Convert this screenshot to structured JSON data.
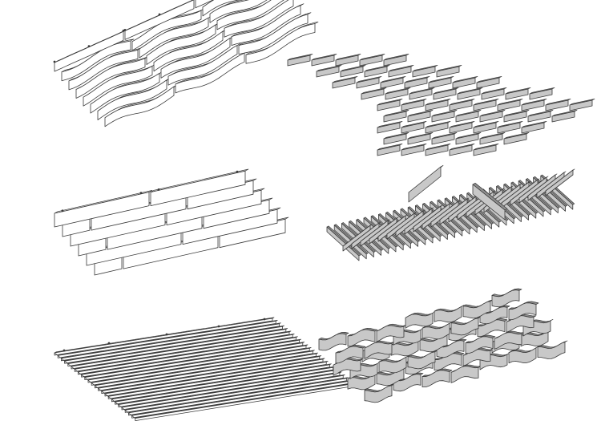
{
  "figure": {
    "background": "#ffffff",
    "outline_color": "#3a3a3a",
    "white_fill": "#ffffff",
    "grey_fill": "#c8c8c8",
    "grey_side": "#8e8e8e",
    "grey_dark": "#6f6f6f",
    "panels": [
      {
        "id": "wavy-baffles-white",
        "style": "white",
        "pattern": "wavy-rows"
      },
      {
        "id": "staggered-tiles-grey",
        "style": "grey",
        "pattern": "staggered-diamond"
      },
      {
        "id": "brick-baffles-white",
        "style": "white",
        "pattern": "brick-rows"
      },
      {
        "id": "chevron-blades-grey",
        "style": "grey",
        "pattern": "herringbone"
      },
      {
        "id": "linear-slats-white",
        "style": "white",
        "pattern": "dense-lines"
      },
      {
        "id": "curved-tiles-grey",
        "style": "grey",
        "pattern": "curved-tiles"
      }
    ]
  }
}
